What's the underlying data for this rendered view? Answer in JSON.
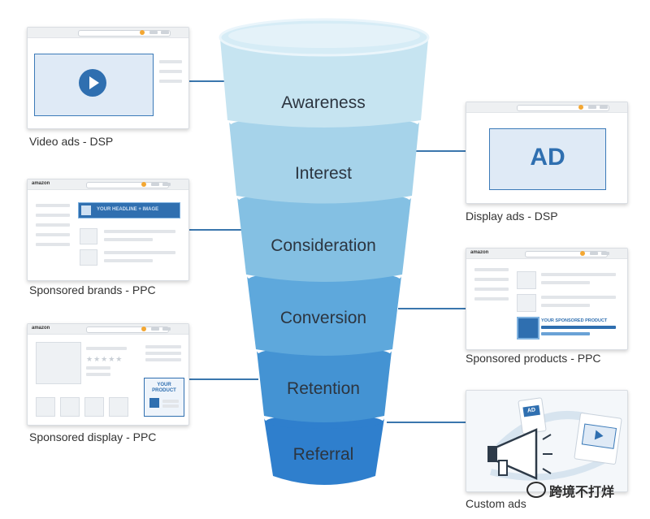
{
  "funnel": {
    "stages": [
      {
        "label": "Awareness",
        "color": "#c6e4f1"
      },
      {
        "label": "Interest",
        "color": "#a6d3ea"
      },
      {
        "label": "Consideration",
        "color": "#84c0e3"
      },
      {
        "label": "Conversion",
        "color": "#5ea8dc"
      },
      {
        "label": "Retention",
        "color": "#4493d3"
      },
      {
        "label": "Referral",
        "color": "#2f7fcd"
      }
    ]
  },
  "left_panels": [
    {
      "caption": "Video ads - DSP",
      "icon": "play-icon"
    },
    {
      "caption": "Sponsored brands - PPC",
      "brand": "amazon",
      "headline": "YOUR HEADLINE + IMAGE"
    },
    {
      "caption": "Sponsored display - PPC",
      "brand": "amazon",
      "product_badge_line1": "YOUR",
      "product_badge_line2": "PRODUCT"
    }
  ],
  "right_panels": [
    {
      "caption": "Display ads - DSP",
      "ad_text": "AD"
    },
    {
      "caption": "Sponsored products - PPC",
      "brand": "amazon",
      "product_text": "YOUR SPONSORED PRODUCT"
    },
    {
      "caption": "Custom ads",
      "ad_text": "AD",
      "icon": "megaphone-icon"
    }
  ],
  "watermark": {
    "text": "跨境不打烊",
    "icon": "wechat-icon"
  },
  "colors": {
    "accent": "#2f6fb0",
    "connector": "#3a76ad",
    "orange_dot": "#f3a733"
  }
}
